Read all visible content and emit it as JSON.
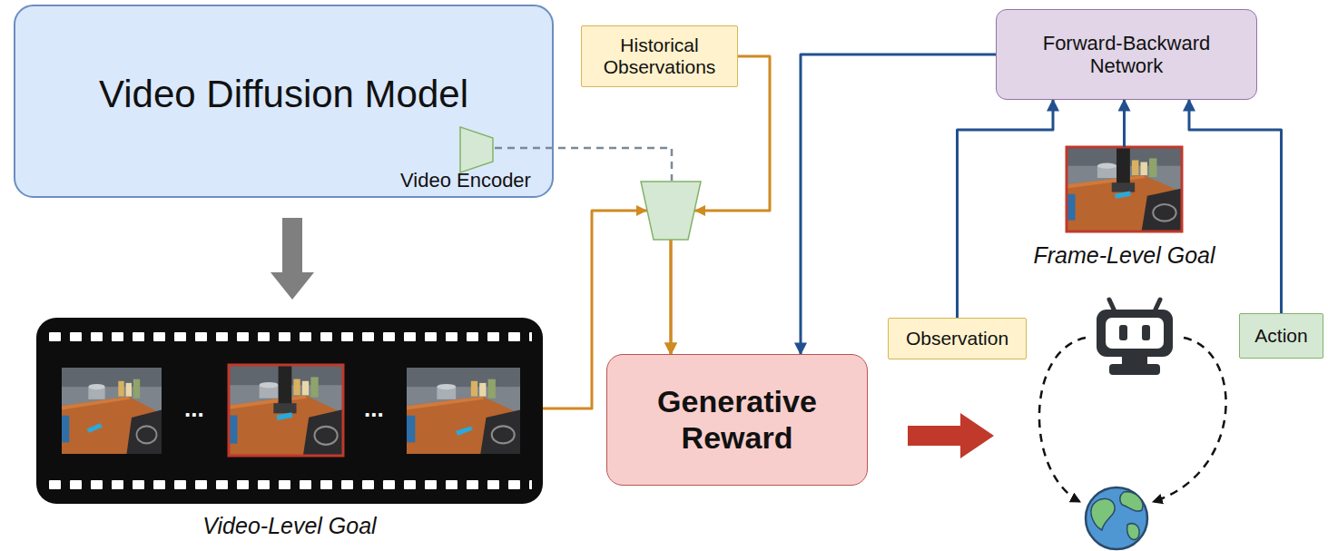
{
  "diagram": {
    "nodes": [
      {
        "text": [
          "Video Diffusion Model"
        ]
      },
      {
        "text": [
          "Historical Observations"
        ]
      },
      {
        "text": [
          "Video-Level Goal"
        ]
      },
      {
        "text": [
          "Generative Reward"
        ]
      },
      {
        "text": [
          "Forward-Backward Network"
        ]
      },
      {
        "text": [
          "Frame-Level Goal"
        ]
      },
      {
        "text": [
          "Observation"
        ]
      },
      {
        "text": [
          "Action"
        ]
      }
    ],
    "edges": [
      {
        "from": 0,
        "to": 2,
        "arrow": "to"
      },
      {
        "from": 2,
        "to": 3,
        "arrow": "to"
      },
      {
        "from": 1,
        "to": 3,
        "arrow": "to"
      },
      {
        "from": 4,
        "to": 3,
        "arrow": "to"
      },
      {
        "from": 5,
        "to": 4,
        "arrow": "to"
      },
      {
        "from": 6,
        "to": 4,
        "arrow": "to"
      },
      {
        "from": 7,
        "to": 4,
        "arrow": "to"
      }
    ],
    "labels": [
      "Video Encoder",
      "...",
      "..."
    ]
  }
}
